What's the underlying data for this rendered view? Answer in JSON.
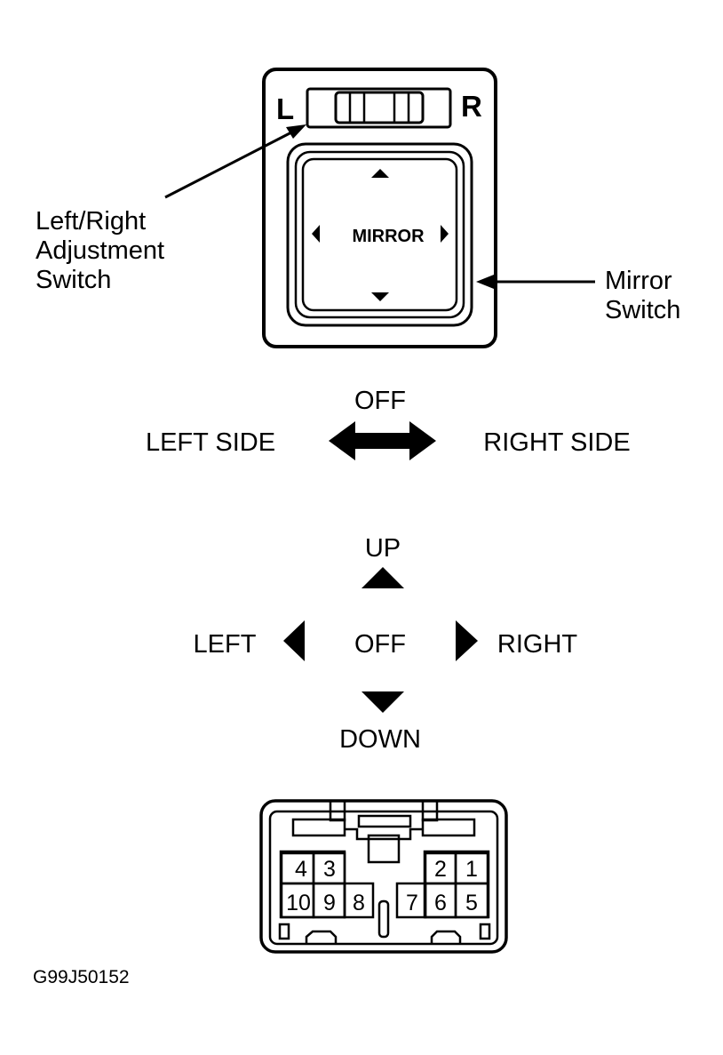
{
  "switch": {
    "left_letter": "L",
    "right_letter": "R",
    "mirror_label": "MIRROR"
  },
  "callouts": {
    "lr_switch": [
      "Left/Right",
      "Adjustment",
      "Switch"
    ],
    "mirror_switch": [
      "Mirror",
      "Switch"
    ]
  },
  "lr_positions": {
    "center": "OFF",
    "left": "LEFT SIDE",
    "right": "RIGHT SIDE"
  },
  "mirror_positions": {
    "up": "UP",
    "down": "DOWN",
    "left": "LEFT",
    "right": "RIGHT",
    "center": "OFF"
  },
  "connector": {
    "pins": [
      "4",
      "3",
      "2",
      "1",
      "10",
      "9",
      "8",
      "7",
      "6",
      "5"
    ]
  },
  "figure_code": "G99J50152"
}
